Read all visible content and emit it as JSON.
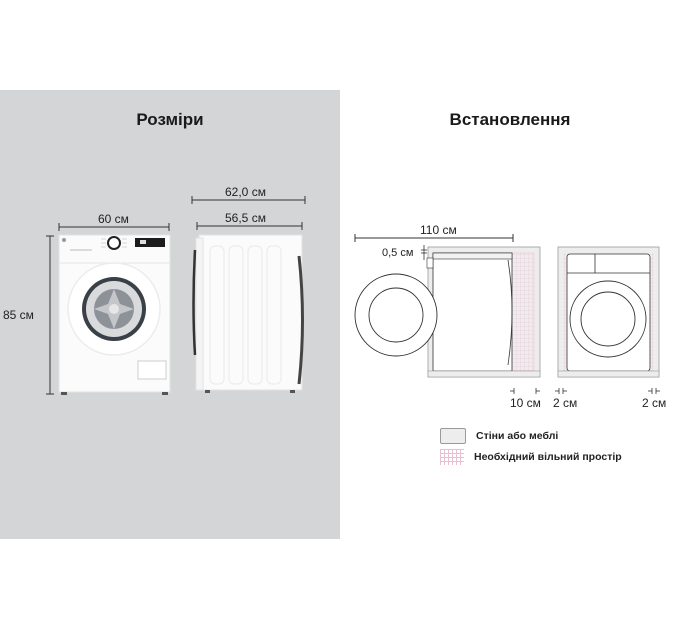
{
  "dimensions": {
    "title": "Розміри",
    "width_label": "60 см",
    "height_label": "85 см",
    "depth_total_label": "62,0 см",
    "depth_body_label": "56,5 см"
  },
  "installation": {
    "title": "Встановлення",
    "door_open_depth_label": "110 см",
    "top_gap_label": "0,5 см",
    "rear_gap_label": "10 см",
    "left_gap_label": "2 см",
    "right_gap_label": "2 см",
    "legend": [
      {
        "swatch": "wall",
        "label": "Стіни або меблі"
      },
      {
        "swatch": "free-space",
        "label": "Необхідний вільний простір"
      }
    ]
  },
  "colors": {
    "left_panel_bg": "#d4d5d7",
    "clearance_grid": "#e8c2d3",
    "wall_fill": "#ededed"
  }
}
